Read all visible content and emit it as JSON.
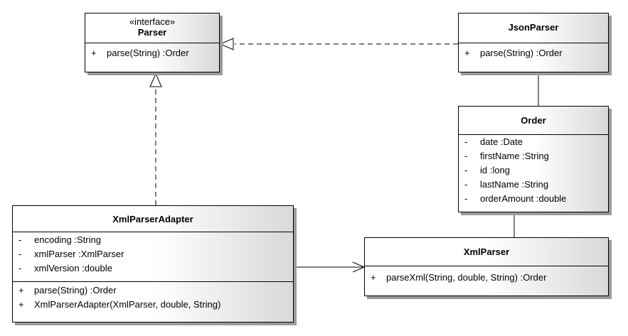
{
  "classes": {
    "parser": {
      "stereotype": "«interface»",
      "name": "Parser",
      "operations": [
        {
          "vis": "+",
          "text": "parse(String) :Order"
        }
      ]
    },
    "json_parser": {
      "name": "JsonParser",
      "operations": [
        {
          "vis": "+",
          "text": "parse(String) :Order"
        }
      ]
    },
    "order": {
      "name": "Order",
      "attributes": [
        {
          "vis": "-",
          "text": "date :Date"
        },
        {
          "vis": "-",
          "text": "firstName :String"
        },
        {
          "vis": "-",
          "text": "id :long"
        },
        {
          "vis": "-",
          "text": "lastName :String"
        },
        {
          "vis": "-",
          "text": "orderAmount :double"
        }
      ]
    },
    "xml_parser_adapter": {
      "name": "XmlParserAdapter",
      "attributes": [
        {
          "vis": "-",
          "text": "encoding :String"
        },
        {
          "vis": "-",
          "text": "xmlParser :XmlParser"
        },
        {
          "vis": "-",
          "text": "xmlVersion :double"
        }
      ],
      "operations": [
        {
          "vis": "+",
          "text": "parse(String) :Order"
        },
        {
          "vis": "+",
          "text": "XmlParserAdapter(XmlParser, double, String)"
        }
      ]
    },
    "xml_parser": {
      "name": "XmlParser",
      "operations": [
        {
          "vis": "+",
          "text": "parseXml(String, double, String) :Order"
        }
      ]
    }
  },
  "relationships": [
    {
      "type": "realization",
      "from": "JsonParser",
      "to": "Parser"
    },
    {
      "type": "realization",
      "from": "XmlParserAdapter",
      "to": "Parser"
    },
    {
      "type": "association",
      "from": "JsonParser",
      "to": "Order"
    },
    {
      "type": "association",
      "from": "Order",
      "to": "XmlParser"
    },
    {
      "type": "directed-association",
      "from": "XmlParserAdapter",
      "to": "XmlParser"
    }
  ]
}
